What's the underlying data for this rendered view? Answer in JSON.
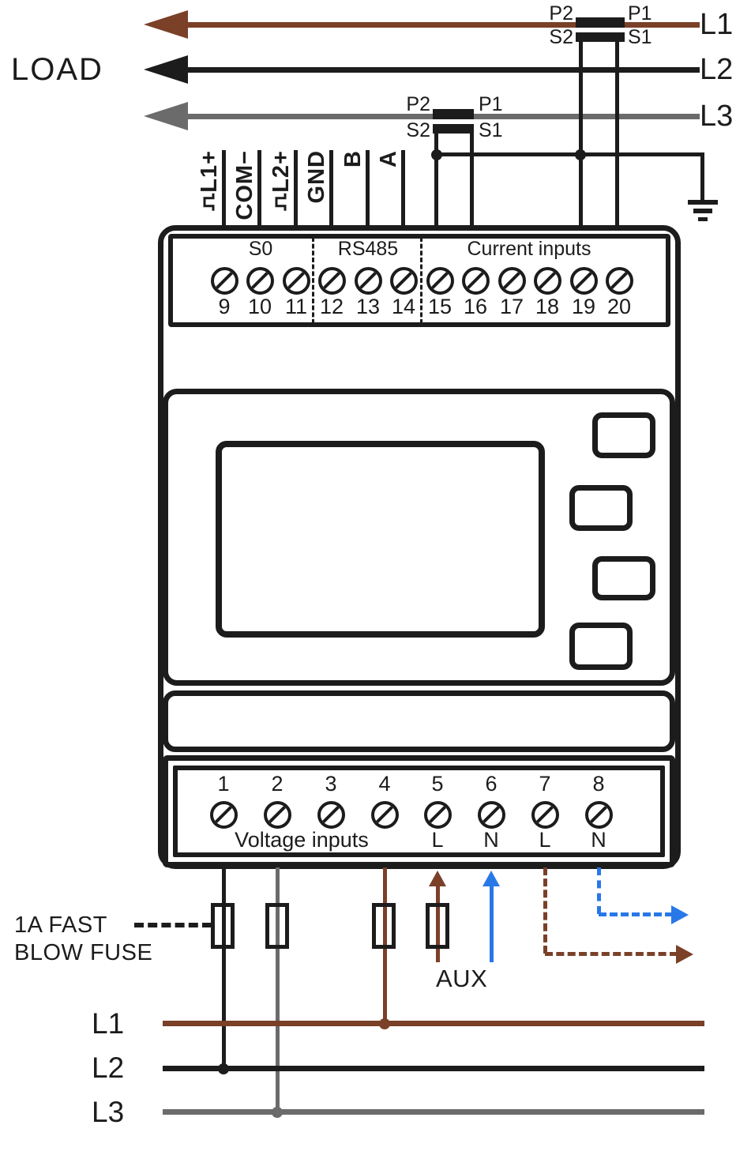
{
  "colors": {
    "wire_brown": "#7a4028",
    "wire_black": "#1c1c1c",
    "wire_gray": "#6b6b6b",
    "wire_blue": "#2878e8"
  },
  "load_label": "LOAD",
  "phases_top": [
    "L1",
    "L2",
    "L3"
  ],
  "ct_l1": {
    "p2": "P2",
    "p1": "P1",
    "s2": "S2",
    "s1": "S1"
  },
  "ct_l3": {
    "p2": "P2",
    "p1": "P1",
    "s2": "S2",
    "s1": "S1"
  },
  "stubs": [
    {
      "text": "L1+",
      "pulse": true
    },
    {
      "text": "COM−",
      "pulse": false
    },
    {
      "text": "L2+",
      "pulse": true
    },
    {
      "text": "GND",
      "pulse": false
    },
    {
      "text": "B",
      "pulse": false
    },
    {
      "text": "A",
      "pulse": false
    }
  ],
  "top_strip": {
    "groups": [
      "S0",
      "RS485",
      "Current inputs"
    ],
    "numbers": [
      "9",
      "10",
      "11",
      "12",
      "13",
      "14",
      "15",
      "16",
      "17",
      "18",
      "19",
      "20"
    ]
  },
  "bottom_strip": {
    "numbers": [
      "1",
      "2",
      "3",
      "4",
      "5",
      "6",
      "7",
      "8"
    ],
    "label": "Voltage inputs",
    "ln": [
      "L",
      "N",
      "L",
      "N"
    ]
  },
  "fuse_note": {
    "line1": "1A FAST",
    "line2": "BLOW FUSE"
  },
  "aux_label": "AUX",
  "phases_bottom": [
    "L1",
    "L2",
    "L3"
  ]
}
